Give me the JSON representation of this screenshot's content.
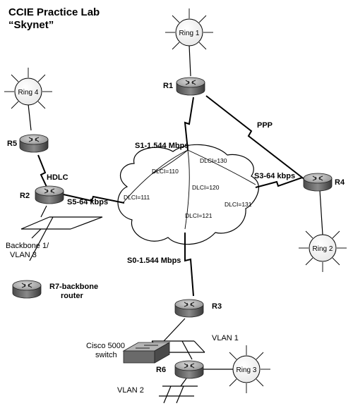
{
  "title": {
    "line1": "CCIE Practice Lab",
    "line2": "“Skynet”"
  },
  "routers": {
    "r1": "R1",
    "r2": "R2",
    "r3": "R3",
    "r4": "R4",
    "r5": "R5",
    "r6": "R6",
    "r7_line1": "R7-backbone",
    "r7_line2": "router"
  },
  "rings": {
    "ring1": "Ring 1",
    "ring2": "Ring 2",
    "ring3": "Ring 3",
    "ring4": "Ring 4"
  },
  "links": {
    "ppp": "PPP",
    "hdlc": "HDLC",
    "s1": "S1-1.544 Mbps",
    "s3": "S3-64 kbps",
    "s5": "S5-64 kbps",
    "s0": "S0-1.544 Mbps"
  },
  "dlci": {
    "d110": "DLCI=110",
    "d111": "DLCI=111",
    "d120": "DLCI=120",
    "d121": "DLCI=121",
    "d130": "DLCI=130",
    "d131": "DLCI=131"
  },
  "segments": {
    "backbone_line1": "Backbone 1/",
    "backbone_line2": "VLAN 3",
    "vlan1": "VLAN 1",
    "vlan2": "VLAN 2"
  },
  "switch": {
    "line1": "Cisco 5000",
    "line2": "switch"
  }
}
